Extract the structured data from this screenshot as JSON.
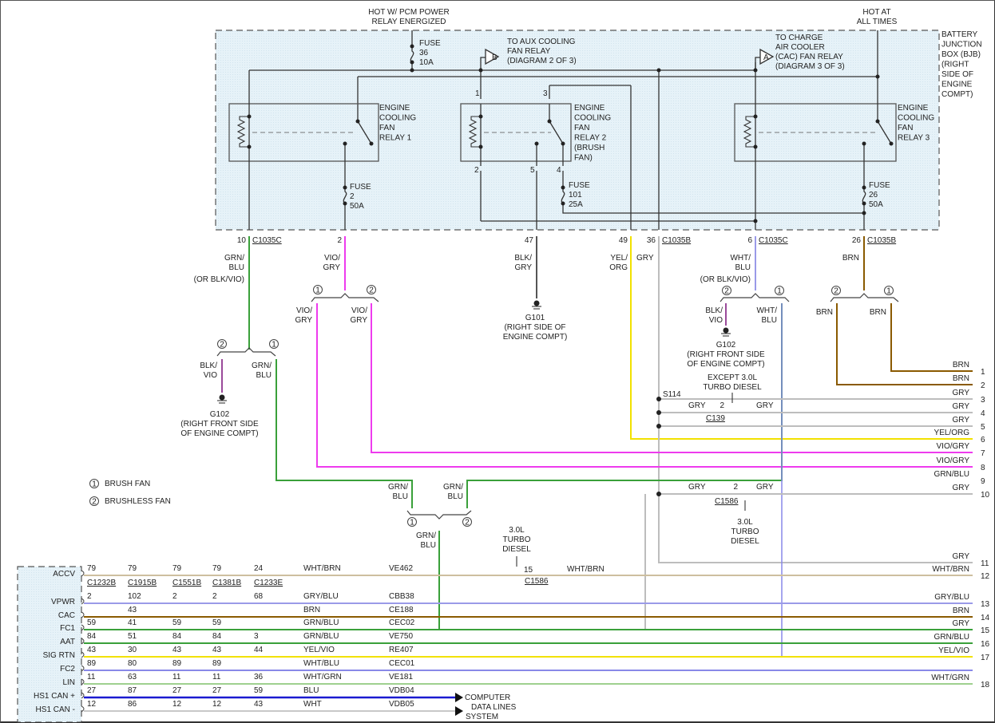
{
  "diagram": {
    "top_labels": {
      "pcm_power": [
        "HOT W/ PCM POWER",
        "RELAY ENERGIZED"
      ],
      "hot_all_times": [
        "HOT AT",
        "ALL TIMES"
      ]
    },
    "bjb_label": [
      "BATTERY",
      "JUNCTION",
      "BOX (BJB)",
      "(RIGHT",
      "SIDE OF",
      "ENGINE",
      "COMPT)"
    ],
    "fuses": [
      {
        "lines": [
          "FUSE",
          "36",
          "10A"
        ]
      },
      {
        "lines": [
          "FUSE",
          "2",
          "50A"
        ]
      },
      {
        "lines": [
          "FUSE",
          "101",
          "25A"
        ]
      },
      {
        "lines": [
          "FUSE",
          "26",
          "50A"
        ]
      }
    ],
    "references": [
      {
        "letter": "B",
        "lines": [
          "TO AUX COOLING",
          "FAN RELAY",
          "(DIAGRAM 2 OF 3)"
        ]
      },
      {
        "letter": "A",
        "lines": [
          "TO CHARGE",
          "AIR COOLER",
          "(CAC) FAN RELAY",
          "(DIAGRAM 3 OF 3)"
        ]
      }
    ],
    "relays": [
      {
        "lines": [
          "ENGINE",
          "COOLING",
          "FAN",
          "RELAY 1"
        ]
      },
      {
        "lines": [
          "ENGINE",
          "COOLING",
          "FAN",
          "RELAY 2",
          "(BRUSH",
          "FAN)"
        ]
      },
      {
        "lines": [
          "ENGINE",
          "COOLING",
          "FAN",
          "RELAY 3"
        ]
      }
    ],
    "relay2_pins": [
      "1",
      "3",
      "2",
      "5",
      "4"
    ],
    "bjb_pins": [
      {
        "pin": "10",
        "connector": "C1035C",
        "wire": [
          "GRN/",
          "BLU",
          "(OR BLK/VIO)"
        ]
      },
      {
        "pin": "2",
        "connector": "",
        "wire": [
          "VIO/",
          "GRY"
        ]
      },
      {
        "pin": "47",
        "connector": "",
        "wire": [
          "BLK/",
          "GRY"
        ]
      },
      {
        "pin": "49",
        "connector": "",
        "wire": [
          "YEL/",
          "ORG"
        ]
      },
      {
        "pin": "36",
        "connector": "C1035B",
        "wire": [
          "GRY"
        ]
      },
      {
        "pin": "6",
        "connector": "C1035C",
        "wire": [
          "WHT/",
          "BLU",
          "(OR BLK/VIO)"
        ]
      },
      {
        "pin": "26",
        "connector": "C1035B",
        "wire": [
          "BRN"
        ]
      }
    ],
    "grounds": [
      {
        "id": "G102",
        "lines": [
          "G102",
          "(RIGHT FRONT SIDE",
          "OF ENGINE COMPT)"
        ],
        "wire": [
          "BLK/",
          "VIO"
        ]
      },
      {
        "id": "G101",
        "lines": [
          "G101",
          "(RIGHT SIDE OF",
          "ENGINE COMPT)"
        ]
      },
      {
        "id": "G102b",
        "lines": [
          "G102",
          "(RIGHT FRONT SIDE",
          "OF ENGINE COMPT)"
        ],
        "wire": [
          "BLK/",
          "VIO"
        ]
      }
    ],
    "branch_labels": {
      "grn_blu": [
        "GRN/",
        "BLU"
      ],
      "vio_gry": [
        "VIO/",
        "GRY"
      ],
      "wht_blu": [
        "WHT/",
        "BLU"
      ],
      "brn": "BRN",
      "circle1": "1",
      "circle2": "2"
    },
    "legend": [
      {
        "num": "1",
        "label": "BRUSH FAN"
      },
      {
        "num": "2",
        "label": "BRUSHLESS FAN"
      }
    ],
    "splice": "S114",
    "except_note": [
      "EXCEPT 3.0L",
      "TURBO DIESEL"
    ],
    "turbo_note": [
      "3.0L",
      "TURBO",
      "DIESEL"
    ],
    "c139": {
      "pin": "2",
      "name": "C139",
      "left": "GRY",
      "right": "GRY"
    },
    "c1586a": {
      "pin": "2",
      "name": "C1586",
      "left": "GRY",
      "right": "GRY"
    },
    "c1586b": {
      "pin": "15",
      "name": "C1586",
      "wire": "WHT/BRN"
    },
    "right_wires": [
      {
        "num": "1",
        "label": "BRN",
        "color": "#8a5a00"
      },
      {
        "num": "2",
        "label": "BRN",
        "color": "#8a5a00"
      },
      {
        "num": "3",
        "label": "GRY",
        "color": "#b0b0b0"
      },
      {
        "num": "4",
        "label": "GRY",
        "color": "#b0b0b0"
      },
      {
        "num": "5",
        "label": "GRY",
        "color": "#b0b0b0"
      },
      {
        "num": "6",
        "label": "YEL/ORG",
        "color": "#f2e100"
      },
      {
        "num": "7",
        "label": "VIO/GRY",
        "color": "#ee3bee"
      },
      {
        "num": "8",
        "label": "VIO/GRY",
        "color": "#ee3bee"
      },
      {
        "num": "9",
        "label": "GRN/BLU",
        "color": "#3aa03a"
      },
      {
        "num": "10",
        "label": "GRY",
        "color": "#b0b0b0"
      },
      {
        "num": "11",
        "label": "GRY",
        "color": "#b0b0b0"
      },
      {
        "num": "12",
        "label": "WHT/BRN",
        "color": "#cdbf9f"
      },
      {
        "num": "13",
        "label": "GRY/BLU",
        "color": "#9a9ae8"
      },
      {
        "num": "14",
        "label": "BRN",
        "color": "#8a5a00"
      },
      {
        "num": "15",
        "label": "GRY",
        "color": "#b0b0b0"
      },
      {
        "num": "16",
        "label": "GRN/BLU",
        "color": "#3aa03a"
      },
      {
        "num": "17",
        "label": "YEL/VIO",
        "color": "#f2e100"
      },
      {
        "num": "18",
        "label": "WHT/GRN",
        "color": "#9fd08f"
      }
    ],
    "pcm_connectors": [
      "C1232B",
      "C1915B",
      "C1551B",
      "C1381B",
      "C1233E"
    ],
    "pcm_rows": [
      {
        "label": "ACCV",
        "pins": [
          "79",
          "79",
          "79",
          "79",
          "24"
        ],
        "wire": "WHT/BRN",
        "circuit": "VE462",
        "color": "#cdbf9f"
      },
      {
        "label": "VPWR",
        "pins": [
          "2",
          "102",
          "2",
          "2",
          "68"
        ],
        "wire": "GRY/BLU",
        "circuit": "CBB38",
        "color": "#9a9ae8"
      },
      {
        "label": "CAC",
        "pins": [
          "",
          "43",
          "",
          "",
          ""
        ],
        "wire": "BRN",
        "circuit": "CE188",
        "color": "#8a5a00"
      },
      {
        "label": "FC1",
        "pins": [
          "59",
          "41",
          "59",
          "59",
          ""
        ],
        "wire": "GRN/BLU",
        "circuit": "CEC02",
        "color": "#3aa03a"
      },
      {
        "label": "AAT",
        "pins": [
          "84",
          "51",
          "84",
          "84",
          "3"
        ],
        "wire": "GRN/BLU",
        "circuit": "VE750",
        "color": "#3aa03a"
      },
      {
        "label": "SIG RTN",
        "pins": [
          "43",
          "30",
          "43",
          "43",
          "44"
        ],
        "wire": "YEL/VIO",
        "circuit": "RE407",
        "color": "#f2e100"
      },
      {
        "label": "FC2",
        "pins": [
          "89",
          "80",
          "89",
          "89",
          ""
        ],
        "wire": "WHT/BLU",
        "circuit": "CEC01",
        "color": "#8888e8"
      },
      {
        "label": "LIN",
        "pins": [
          "11",
          "63",
          "11",
          "11",
          "36"
        ],
        "wire": "WHT/GRN",
        "circuit": "VE181",
        "color": "#9fd08f"
      },
      {
        "label": "HS1 CAN +",
        "pins": [
          "27",
          "87",
          "27",
          "27",
          "59"
        ],
        "wire": "BLU",
        "circuit": "VDB04",
        "color": "#1a1ad0"
      },
      {
        "label": "HS1 CAN -",
        "pins": [
          "12",
          "86",
          "12",
          "12",
          "43"
        ],
        "wire": "WHT",
        "circuit": "VDB05",
        "color": "#c8c8c8"
      }
    ],
    "data_lines": [
      "COMPUTER",
      "DATA LINES",
      "SYSTEM"
    ]
  }
}
